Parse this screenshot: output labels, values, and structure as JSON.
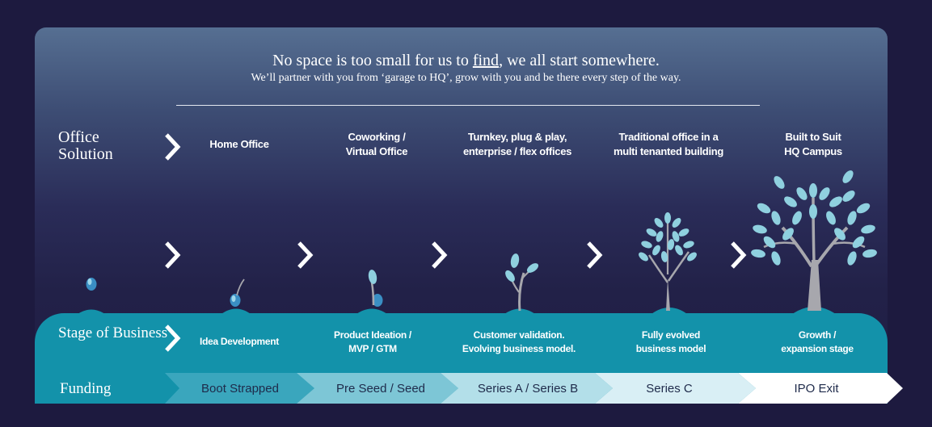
{
  "header": {
    "headline_pre": "No space is too small for us to ",
    "headline_link": "find",
    "headline_post": ", we all start somewhere.",
    "subline": "We’ll partner with you from ‘garage to HQ’, grow with you and be there every step of the way."
  },
  "rows": {
    "office_label_1": "Office",
    "office_label_2": "Solution",
    "stage_label": "Stage of Business",
    "funding_label": "Funding"
  },
  "solutions": [
    {
      "line1": "Home Office",
      "line2": ""
    },
    {
      "line1": "Coworking /",
      "line2": "Virtual Office"
    },
    {
      "line1": "Turnkey, plug & play,",
      "line2": "enterprise /  flex offices"
    },
    {
      "line1": "Traditional office in a",
      "line2": "multi tenanted building"
    },
    {
      "line1": "Built to Suit",
      "line2": "HQ Campus"
    }
  ],
  "stages": [
    {
      "line1": "Idea Development",
      "line2": ""
    },
    {
      "line1": "Product Ideation /",
      "line2": "MVP / GTM"
    },
    {
      "line1": "Customer validation.",
      "line2": "Evolving business model."
    },
    {
      "line1": "Fully evolved",
      "line2": "business model"
    },
    {
      "line1": "Growth /",
      "line2": "expansion stage"
    }
  ],
  "funding": [
    {
      "label": "Boot Strapped",
      "color": "#3aa6bd"
    },
    {
      "label": "Pre Seed / Seed",
      "color": "#7dc6d6"
    },
    {
      "label": "Series A / Series B",
      "color": "#b3dfe9"
    },
    {
      "label": "Series C",
      "color": "#d9eff5"
    },
    {
      "label": "IPO Exit",
      "color": "#ffffff"
    }
  ],
  "colors": {
    "background": "#1d1a3f",
    "band": "#1392aa",
    "leaf": "#8fd0df",
    "trunk": "#a7a7ad",
    "seed": "#3a8fc4"
  }
}
